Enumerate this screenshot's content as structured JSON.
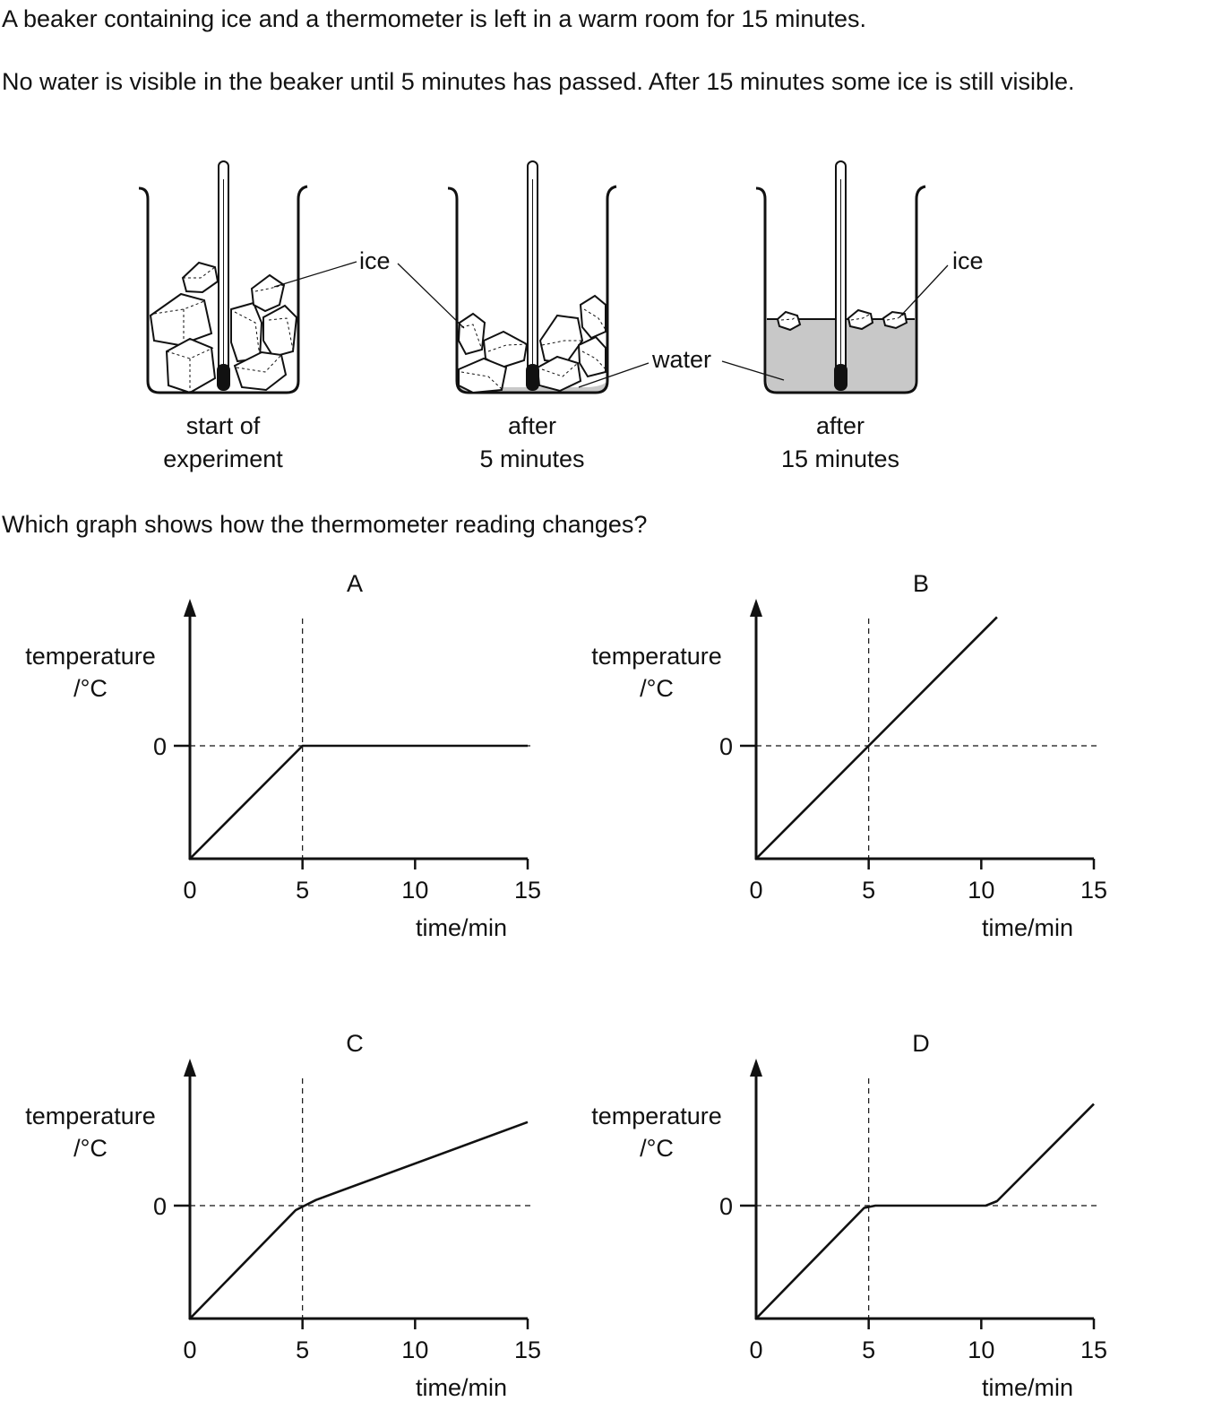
{
  "question": {
    "intro": "A beaker containing ice and a thermometer is left in a warm room for 15 minutes.",
    "observation": "No water is visible in the beaker until 5 minutes has passed. After 15 minutes some ice is still visible.",
    "prompt": "Which graph shows how the thermometer reading changes?"
  },
  "diagram": {
    "labels": {
      "ice_left": "ice",
      "ice_right": "ice",
      "water": "water"
    },
    "captions": [
      {
        "line1": "start of",
        "line2": "experiment"
      },
      {
        "line1": "after",
        "line2": "5 minutes"
      },
      {
        "line1": "after",
        "line2": "15 minutes"
      }
    ],
    "colors": {
      "water": "#c8c8c8",
      "ink": "#111111"
    }
  },
  "chart_data": [
    {
      "type": "line",
      "option": "A",
      "xlabel": "time / min",
      "ylabel": "temperature / °C",
      "xticks": [
        0,
        5,
        10,
        15
      ],
      "yticks": [
        0
      ],
      "xlim": [
        0,
        15
      ],
      "reference_lines": {
        "x": 5,
        "y": 0
      },
      "series": [
        {
          "x": [
            0,
            5,
            5.8,
            15
          ],
          "y": [
            -1,
            0,
            0,
            0
          ]
        }
      ]
    },
    {
      "type": "line",
      "option": "B",
      "xlabel": "time / min",
      "ylabel": "temperature / °C",
      "xticks": [
        0,
        5,
        10,
        15
      ],
      "yticks": [
        0
      ],
      "xlim": [
        0,
        15
      ],
      "reference_lines": {
        "x": 5,
        "y": 0
      },
      "series": [
        {
          "x": [
            0,
            10.7
          ],
          "y": [
            -1,
            1.14
          ]
        }
      ]
    },
    {
      "type": "line",
      "option": "C",
      "xlabel": "time / min",
      "ylabel": "temperature / °C",
      "xticks": [
        0,
        5,
        10,
        15
      ],
      "yticks": [
        0
      ],
      "xlim": [
        0,
        15
      ],
      "reference_lines": {
        "x": 5,
        "y": 0
      },
      "series": [
        {
          "x": [
            0,
            4.7,
            5.6,
            15
          ],
          "y": [
            -1,
            -0.04,
            0.05,
            0.74
          ]
        }
      ]
    },
    {
      "type": "line",
      "option": "D",
      "xlabel": "time / min",
      "ylabel": "temperature / °C",
      "xticks": [
        0,
        5,
        10,
        15
      ],
      "yticks": [
        0
      ],
      "xlim": [
        0,
        15
      ],
      "reference_lines": {
        "x": 5,
        "y": 0
      },
      "series": [
        {
          "x": [
            0,
            4.8,
            5.3,
            10.2,
            10.7,
            15
          ],
          "y": [
            -1,
            -0.02,
            0,
            0,
            0.04,
            0.9
          ]
        }
      ]
    }
  ]
}
